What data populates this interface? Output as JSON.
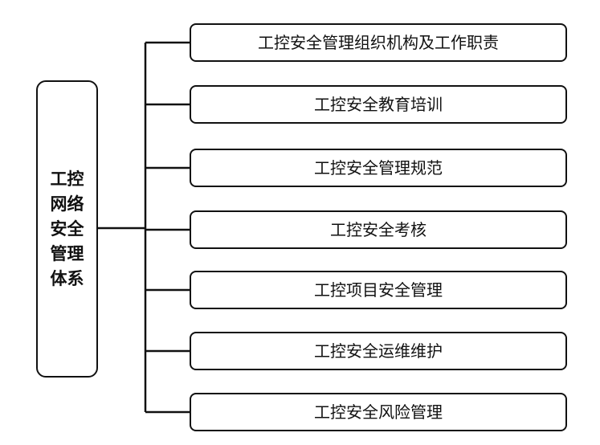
{
  "diagram": {
    "root": {
      "label": "工控网络安全管理体系"
    },
    "children": [
      {
        "label": "工控安全管理组织机构及工作职责"
      },
      {
        "label": "工控安全教育培训"
      },
      {
        "label": "工控安全管理规范"
      },
      {
        "label": "工控安全考核"
      },
      {
        "label": "工控项目安全管理"
      },
      {
        "label": "工控安全运维维护"
      },
      {
        "label": "工控安全风险管理"
      }
    ],
    "colors": {
      "line": "#111111",
      "background": "#ffffff",
      "text": "#111111"
    }
  }
}
